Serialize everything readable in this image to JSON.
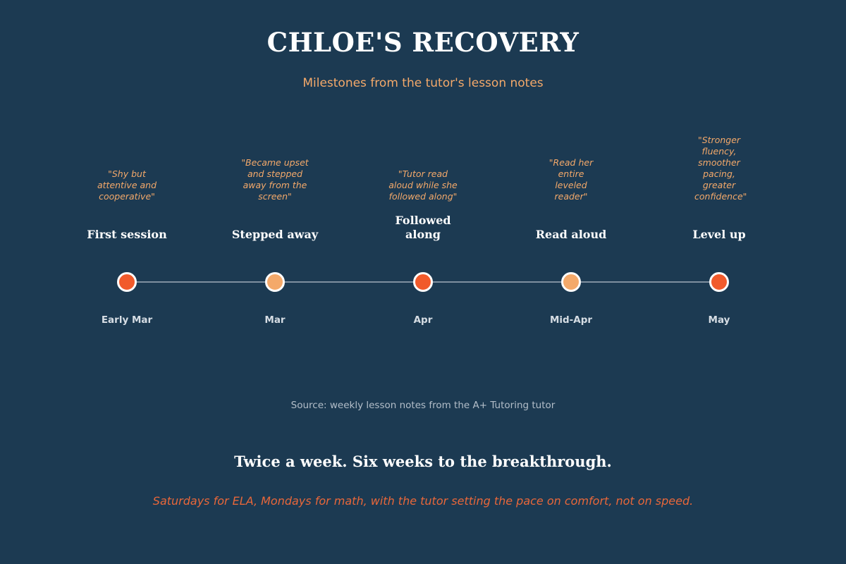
{
  "header": {
    "title": "CHLOE'S RECOVERY",
    "subtitle": "Milestones from the tutor's lesson notes"
  },
  "colors": {
    "background": "#1c3a52",
    "accent_orange": "#f15a2b",
    "accent_peach": "#f4a96a",
    "line": "#7f8fa0",
    "text_white": "#ffffff"
  },
  "milestones": [
    {
      "label": "First session",
      "quote": "\"Shy but attentive and cooperative\"",
      "date": "Early Mar",
      "dot_color": "#f15a2b"
    },
    {
      "label": "Stepped away",
      "quote": "\"Became upset and stepped away from the screen\"",
      "date": "Mar",
      "dot_color": "#f4a96a"
    },
    {
      "label": "Followed along",
      "quote": "\"Tutor read aloud while she followed along\"",
      "date": "Apr",
      "dot_color": "#f15a2b"
    },
    {
      "label": "Read aloud",
      "quote": "\"Read her entire leveled reader\"",
      "date": "Mid-Apr",
      "dot_color": "#f4a96a"
    },
    {
      "label": "Level up",
      "quote": "\"Stronger fluency, smoother pacing, greater confidence\"",
      "date": "May",
      "dot_color": "#f15a2b"
    }
  ],
  "footer": {
    "source": "Source: weekly lesson notes from the A+ Tutoring tutor",
    "headline": "Twice a week. Six weeks to the breakthrough.",
    "tagline": "Saturdays for ELA, Mondays for math, with the tutor setting the pace on comfort, not on speed."
  }
}
